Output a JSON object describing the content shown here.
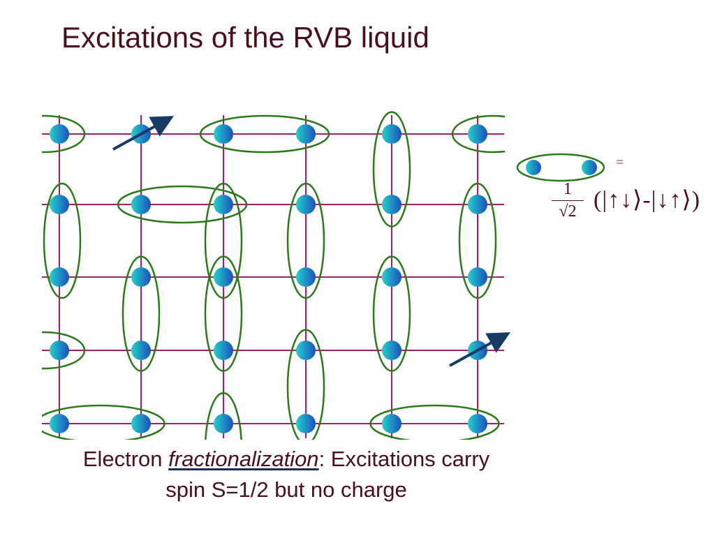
{
  "title": "Excitations of the RVB liquid",
  "caption": {
    "line1_prefix": "Electron ",
    "line1_italic": "fractionalization",
    "line1_suffix": ": Excitations carry",
    "line2": "spin S=1/2 but no charge"
  },
  "legend": {
    "equals": "=",
    "fraction_num": "1",
    "fraction_den": "√2",
    "ket_expr": "(|↑↓⟩-|↓↑⟩)"
  },
  "colors": {
    "title_text": "#4a0f1e",
    "grid_lines": "#a0206a",
    "bond_ellipse": "#2a7a1a",
    "site_dot_light": "#26d0d0",
    "site_dot_dark": "#1a5fc0",
    "spin_arrow": "#183a66"
  },
  "lattice": {
    "rows": 5,
    "cols": 6,
    "horizontal_bonds": [
      {
        "row": 0,
        "col": 0,
        "clip": "left"
      },
      {
        "row": 0,
        "col": 2
      },
      {
        "row": 0,
        "col": 5,
        "clip": "right"
      },
      {
        "row": 1,
        "col": 1
      },
      {
        "row": 3,
        "col": 0,
        "clip": "left"
      },
      {
        "row": 4,
        "col": 0
      },
      {
        "row": 4,
        "col": 4
      }
    ],
    "vertical_bonds": [
      {
        "row": 0,
        "col": 4
      },
      {
        "row": 1,
        "col": 0,
        "clip": "left"
      },
      {
        "row": 1,
        "col": 2
      },
      {
        "row": 1,
        "col": 3
      },
      {
        "row": 1,
        "col": 5
      },
      {
        "row": 2,
        "col": 1
      },
      {
        "row": 2,
        "col": 2
      },
      {
        "row": 2,
        "col": 4
      },
      {
        "row": 3,
        "col": 3
      },
      {
        "row": 4,
        "col": 2,
        "clip": "bottom"
      }
    ],
    "free_spins": [
      {
        "row": 0,
        "col": 1,
        "direction": "up-right"
      },
      {
        "row": 3,
        "col": 5,
        "direction": "up-right"
      }
    ]
  }
}
